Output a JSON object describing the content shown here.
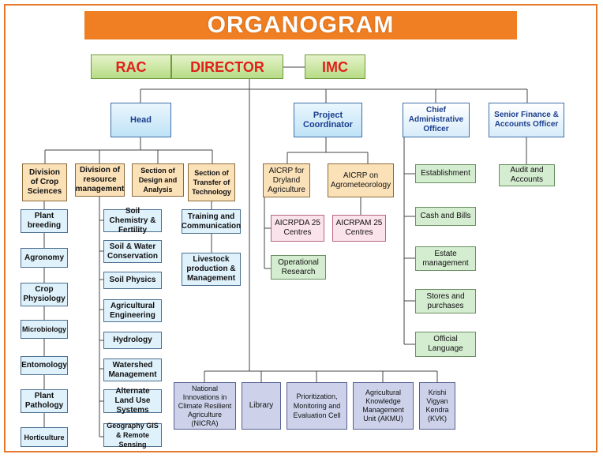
{
  "title": "ORGANOGRAM",
  "top": {
    "rac": "RAC",
    "director": "DIRECTOR",
    "imc": "IMC"
  },
  "level2": {
    "head": "Head",
    "project_coordinator": "Project Coordinator",
    "cao": "Chief Administrative Officer",
    "sfao": "Senior Finance & Accounts Officer"
  },
  "divisions": {
    "crop_sciences": "Division of Crop Sciences",
    "resource_mgmt": "Division of resource management",
    "design_analysis": "Section of Design and Analysis",
    "transfer_tech": "Section of Transfer of Technology"
  },
  "crop_sciences_units": [
    "Plant breeding",
    "Agronomy",
    "Crop Physiology",
    "Microbiology",
    "Entomology",
    "Plant Pathology",
    "Horticulture"
  ],
  "resource_units": [
    "Soil Chemistry & Fertility",
    "Soil & Water Conservation",
    "Soil Physics",
    "Agricultural Engineering",
    "Hydrology",
    "Watershed Management",
    "Alternate Land Use Systems",
    "Geography GIS & Remote Sensing"
  ],
  "transfer_units": [
    "Training and Communication",
    "Livestock production & Management"
  ],
  "aicrp": {
    "dryland": "AICRP for Dryland Agriculture",
    "agromet": "AICRP on Agrometeorology",
    "aicrpda": "AICRPDA 25 Centres",
    "aicrpam": "AICRPAM 25 Centres",
    "operational_research": "Operational Research"
  },
  "admin_units": [
    "Establishment",
    "Cash and Bills",
    "Estate management",
    "Stores and purchases",
    "Official Language"
  ],
  "finance_units": [
    "Audit and Accounts"
  ],
  "bottom_units": [
    "National Innovations in Climate Resilient Agriculture (NICRA)",
    "Library",
    "Prioritization, Monitoring and Evaluation Cell",
    "Agricultural Knowledge Management Unit (AKMU)",
    "Krishi Vigyan Kendra (KVK)"
  ],
  "colors": {
    "title_bg": "#ef7f22",
    "top_text": "#e0201b",
    "head_text": "#1b3e8c",
    "frame": "#e8792a"
  }
}
